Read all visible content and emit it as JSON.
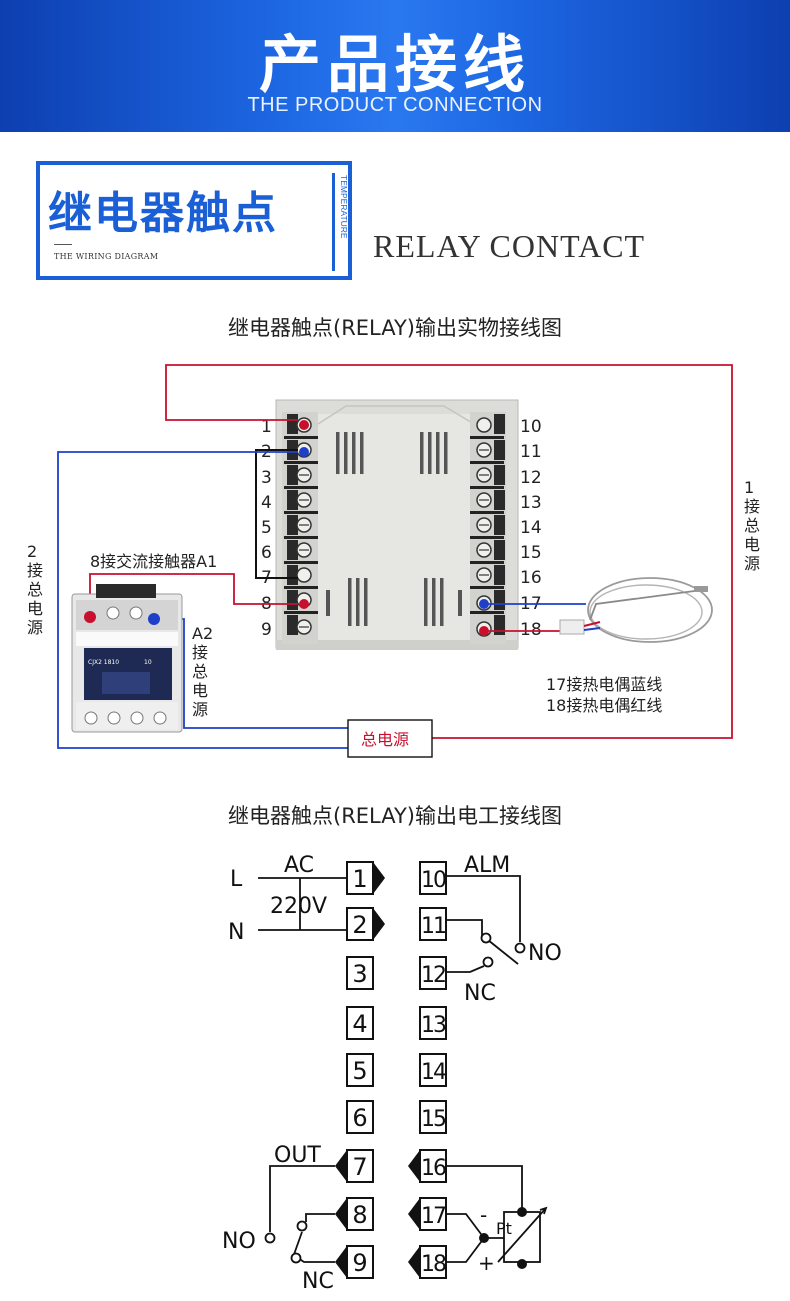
{
  "header": {
    "title": "产品接线",
    "subtitle": "THE PRODUCT CONNECTION"
  },
  "section": {
    "title_cn": "继电器触点",
    "wiring_label": "THE WIRING DIAGRAM",
    "vertical_label": "TEMPERATURE",
    "title_en": "RELAY CONTACT"
  },
  "physical": {
    "caption": "继电器触点(RELAY)输出实物接线图",
    "left_terminals": [
      "1",
      "2",
      "3",
      "4",
      "5",
      "6",
      "7",
      "8",
      "9"
    ],
    "right_terminals": [
      "10",
      "11",
      "12",
      "13",
      "14",
      "15",
      "16",
      "17",
      "18"
    ],
    "right_power_label": "1接总电源",
    "left_power_label": "2接总电源",
    "contactor_label": "8接交流接触器A1",
    "a2_label": "A2接总电源",
    "main_power": "总电源",
    "thermo_blue": "17接热电偶蓝线",
    "thermo_red": "18接热电偶红线",
    "contactor_model": "CJX2 1810",
    "contactor_no": "10"
  },
  "electrical": {
    "caption": "继电器触点(RELAY)输出电工接线图",
    "left_terminals": [
      "1",
      "2",
      "3",
      "4",
      "5",
      "6",
      "7",
      "8",
      "9"
    ],
    "right_terminals": [
      "10",
      "11",
      "12",
      "13",
      "14",
      "15",
      "16",
      "17",
      "18"
    ],
    "L": "L",
    "N": "N",
    "ac": "AC",
    "voltage": "220V",
    "alm": "ALM",
    "no_alarm": "NO",
    "nc_alarm": "NC",
    "out": "OUT",
    "no_out": "NO",
    "nc_out": "NC",
    "pt": "Pt",
    "minus": "-",
    "plus": "+"
  },
  "colors": {
    "banner": "#1d67e3",
    "accent": "#1a5fd6",
    "red_wire": "#c8102e",
    "blue_wire": "#1e40c8"
  }
}
